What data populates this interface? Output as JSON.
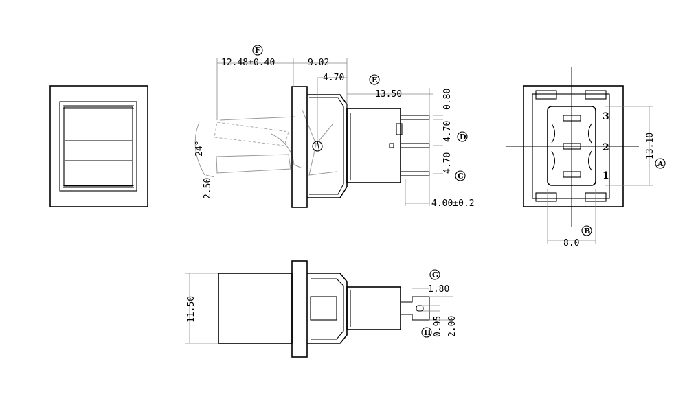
{
  "front_view": {},
  "side_view": {
    "dims": {
      "d1": "12.48±0.40",
      "d2": "9.02",
      "d3": "4.70",
      "d4": "13.50",
      "d5": "0.80",
      "d6": "4.70",
      "d7": "4.70",
      "d8": "4.00±0.2",
      "angle": "24°",
      "d9": "2.50"
    },
    "labels": {
      "F": "F",
      "E": "E",
      "D": "D",
      "C": "C"
    }
  },
  "rear_view": {
    "pins": [
      "3",
      "2",
      "1"
    ],
    "dims": {
      "height": "13.10",
      "width": "8.0"
    },
    "labels": {
      "A": "A",
      "B": "B"
    }
  },
  "bottom_view": {
    "dims": {
      "height": "11.50",
      "d1": "1.80",
      "d2": "0.95",
      "d3": "2.00"
    },
    "labels": {
      "G": "G",
      "H": "H"
    }
  }
}
